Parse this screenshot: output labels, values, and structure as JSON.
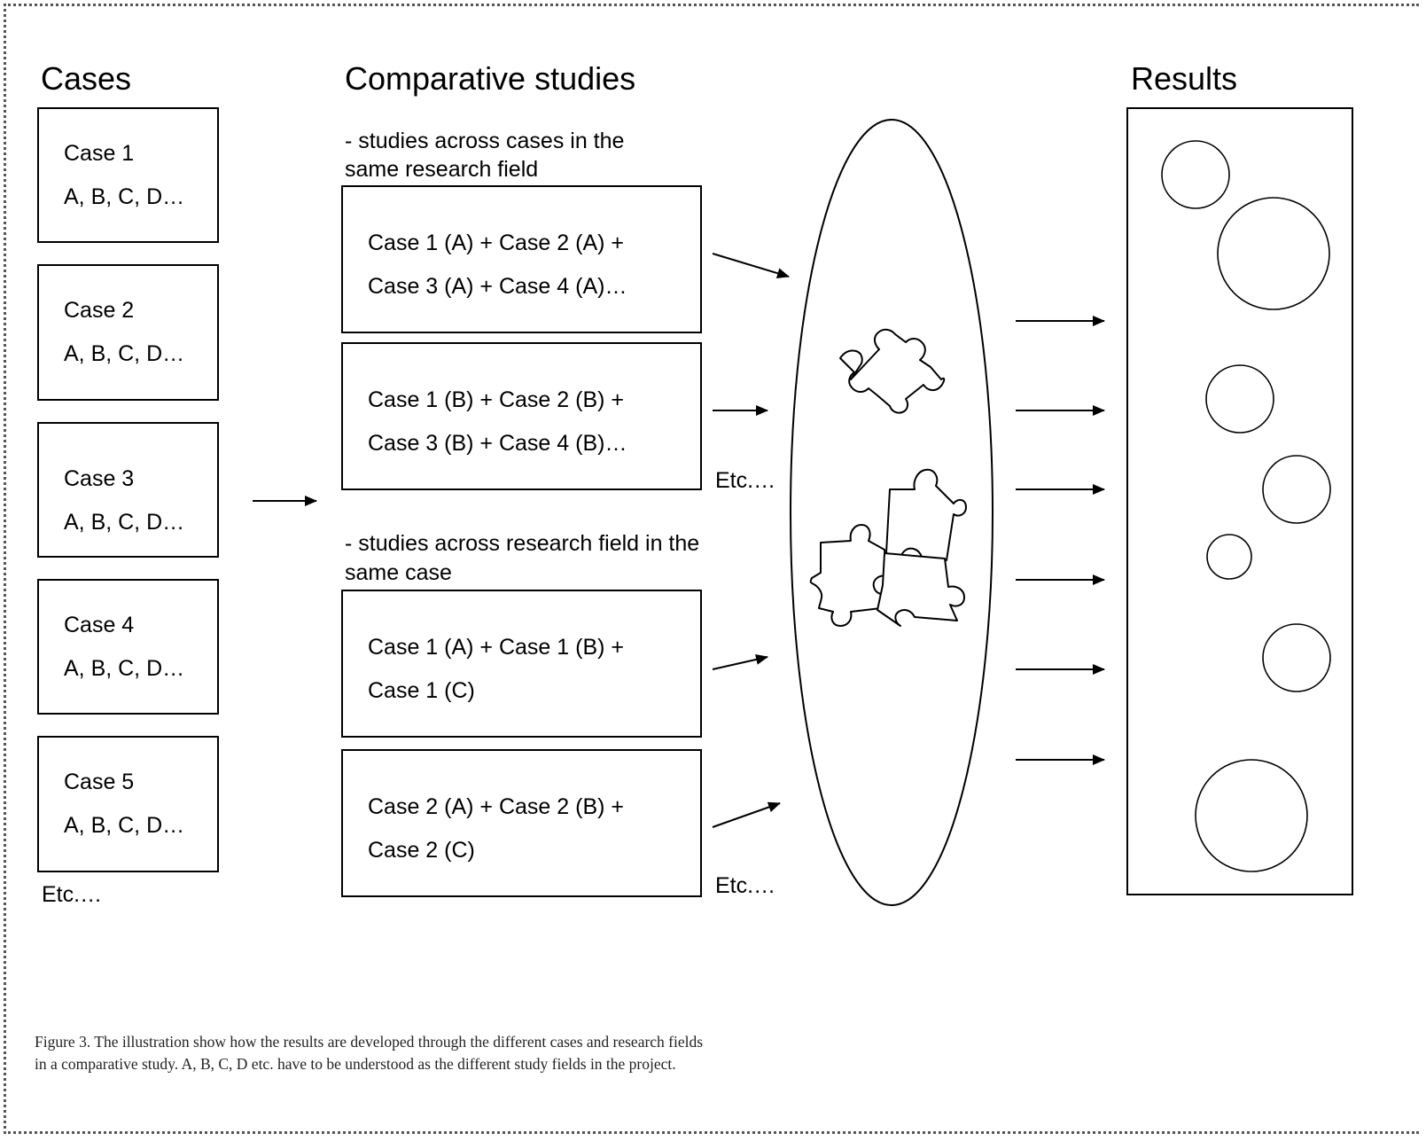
{
  "headings": {
    "cases": "Cases",
    "comparative": "Comparative studies",
    "results": "Results"
  },
  "cases": [
    {
      "title": "Case 1",
      "fields": "A, B, C, D…"
    },
    {
      "title": "Case 2",
      "fields": "A, B, C, D…"
    },
    {
      "title": "Case 3",
      "fields": "A, B, C, D…"
    },
    {
      "title": "Case 4",
      "fields": "A, B, C, D…"
    },
    {
      "title": "Case 5",
      "fields": "A, B, C, D…"
    }
  ],
  "cases_etc": "Etc.…",
  "group1": {
    "label": [
      "- studies across cases in the",
      "same research field"
    ],
    "boxes": [
      [
        "Case 1 (A) + Case 2 (A) +",
        "Case 3 (A) + Case 4 (A)…"
      ],
      [
        "Case 1 (B) + Case 2 (B) +",
        "Case 3 (B) + Case 4 (B)…"
      ]
    ],
    "etc": "Etc.…"
  },
  "group2": {
    "label": [
      "- studies across research field in the",
      "same case"
    ],
    "boxes": [
      [
        "Case 1 (A) + Case 1 (B) +",
        "Case 1 (C)"
      ],
      [
        "Case 2 (A) + Case 2 (B) +",
        "Case 2 (C)"
      ]
    ],
    "etc": "Etc.…"
  },
  "icons": [
    "puzzle-piece-icon",
    "puzzle-pieces-connected-icon"
  ],
  "caption": "Figure 3. The illustration show how the results are developed through the different cases and research fields in a comparative study. A, B, C, D etc. have to be understood as the different study fields in the project."
}
